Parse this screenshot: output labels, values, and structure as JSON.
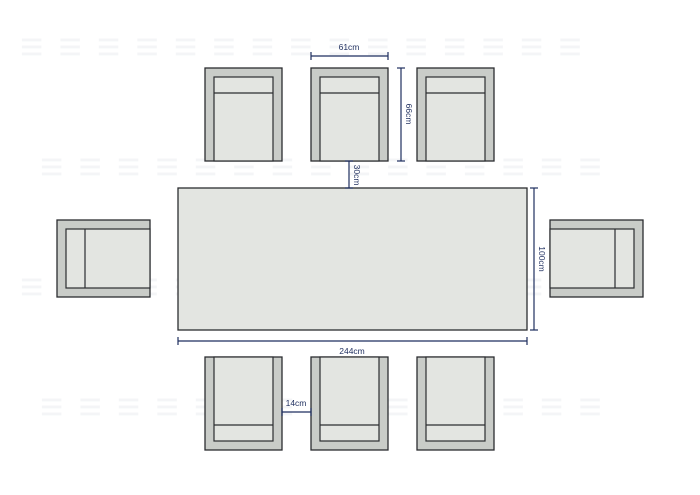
{
  "colors": {
    "chair_frame": "#c9ccc8",
    "chair_cushion": "#e3e5e1",
    "table_top": "#e3e5e1",
    "outline": "#2b2d30",
    "dimension": "#1f2f5f"
  },
  "dimensions": {
    "chair_width": "61cm",
    "chair_depth": "66cm",
    "chair_table_gap": "30cm",
    "table_depth": "100cm",
    "table_length": "244cm",
    "chair_spacing": "14cm"
  }
}
